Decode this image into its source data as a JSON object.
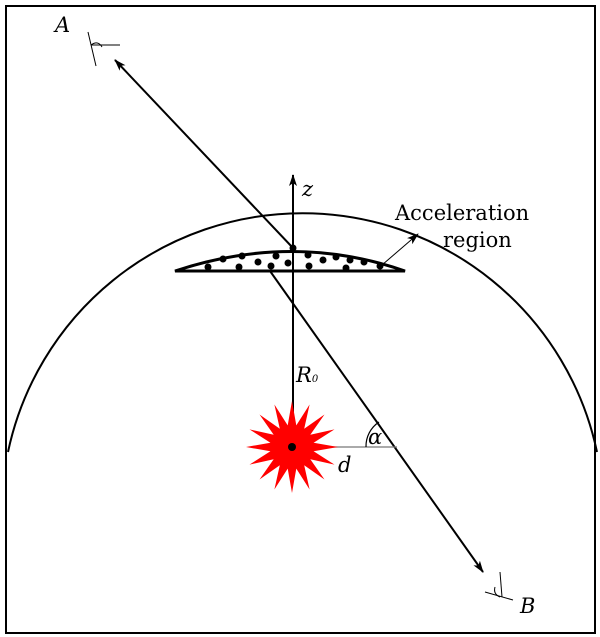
{
  "labels": {
    "observer_a": "A",
    "observer_b": "B",
    "axis_z": "z",
    "acceleration_region_line1": "Acceleration",
    "acceleration_region_line2": "region",
    "radius": "R",
    "radius_subscript": "0",
    "distance": "d",
    "angle": "α"
  },
  "colors": {
    "star": "#ff0000",
    "line": "#000000"
  }
}
